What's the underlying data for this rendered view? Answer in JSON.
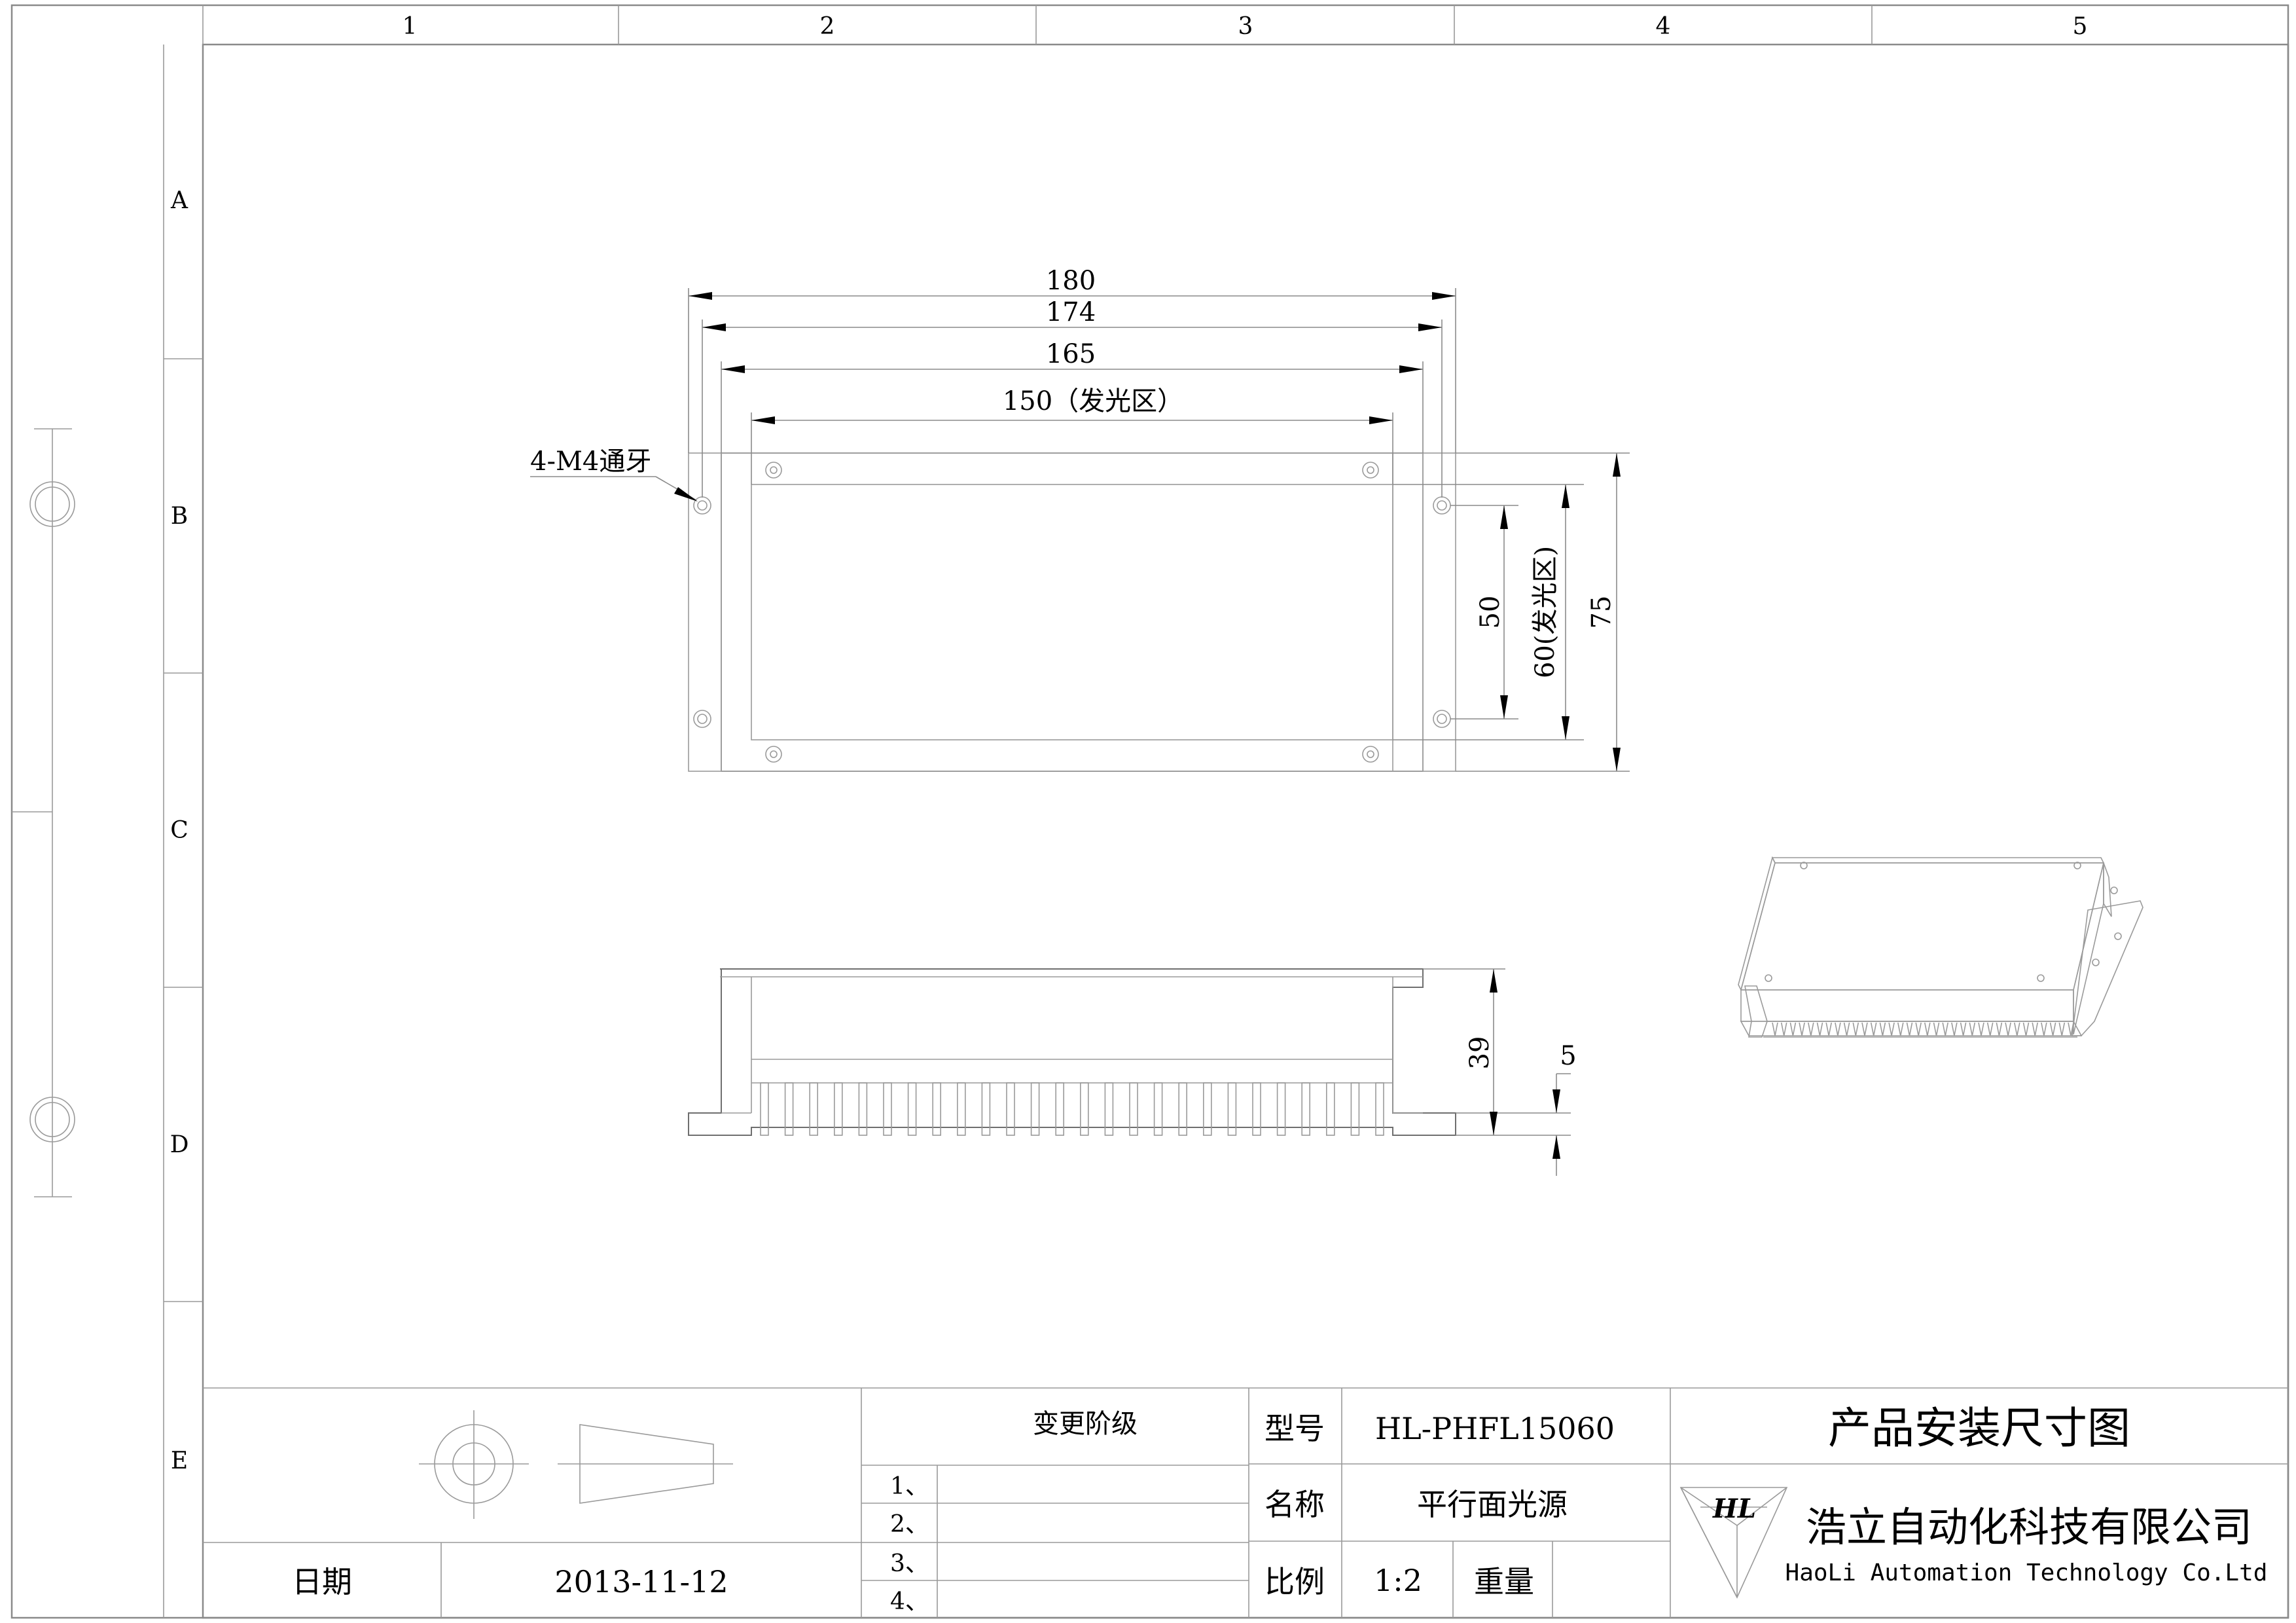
{
  "zones": {
    "columns": [
      "1",
      "2",
      "3",
      "4",
      "5"
    ],
    "rows": [
      "A",
      "B",
      "C",
      "D",
      "E"
    ]
  },
  "dimensions": {
    "d180": "180",
    "d174": "174",
    "d165": "165",
    "d150": "150（发光区）",
    "d50": "50",
    "d60": "60(发光区)",
    "d75": "75",
    "d39": "39",
    "d5": "5"
  },
  "callout": "4-M4通牙",
  "title_block": {
    "change_level_label": "变更阶级",
    "change_rows": [
      "1、",
      "2、",
      "3、",
      "4、"
    ],
    "date_label": "日期",
    "date_value": "2013-11-12",
    "model_label": "型号",
    "model_value": "HL-PHFL15060",
    "name_label": "名称",
    "name_value": "平行面光源",
    "scale_label": "比例",
    "scale_value": "1:2",
    "weight_label": "重量",
    "drawing_title": "产品安装尺寸图",
    "company_cn": "浩立自动化科技有限公司",
    "company_en": "HaoLi Automation Technology Co.Ltd",
    "logo_text": "HL"
  }
}
